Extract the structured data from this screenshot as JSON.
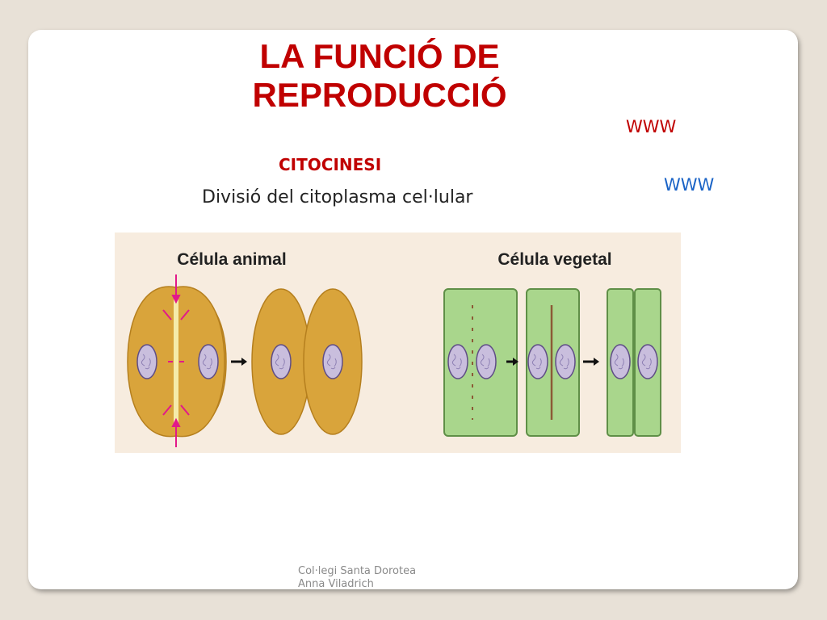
{
  "slide": {
    "title_line1": "LA FUNCIÓ DE",
    "title_line2": "REPRODUCCIÓ",
    "link_red": "WWW",
    "link_blue": "WWW",
    "subtitle": "CITOCINESI",
    "description": "Divisió del citoplasma cel·lular"
  },
  "figure": {
    "animal_label": "Célula animal",
    "plant_label": "Célula vegetal"
  },
  "footer": {
    "line1": "Col·legi Santa Dorotea",
    "line2": "Anna Viladrich"
  },
  "colors": {
    "title": "#c00000",
    "link_blue": "#1a63c6",
    "figure_bg": "#f7ecdf",
    "animal_cell": "#d9a43b",
    "plant_cell": "#a9d68c",
    "nucleus": "#c9bedd",
    "arrow_pink": "#e2198a"
  }
}
